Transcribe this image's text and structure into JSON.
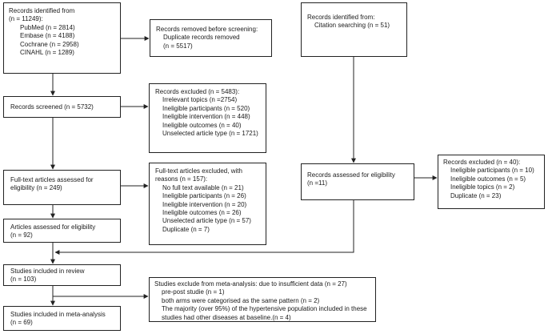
{
  "boxes": {
    "identified_db": {
      "heading": "Records identified from",
      "total": "(n = 11249):",
      "sources": [
        "PubMed (n = 2814)",
        "Embase (n = 4188)",
        "Cochrane (n = 2958)",
        "CINAHL (n = 1289)"
      ]
    },
    "removed": {
      "heading": "Records removed before screening:",
      "item": "Duplicate records removed",
      "count": "(n = 5517)"
    },
    "identified_citation": {
      "heading": "Records identified from:",
      "item": "Citation searching (n = 51)"
    },
    "screened": {
      "text": "Records screened (n = 5732)"
    },
    "excluded_screen": {
      "heading": "Records excluded (n = 5483):",
      "items": [
        "Irrelevant topics (n =2754)",
        "Ineligible participants (n = 520)",
        "Ineligible intervention (n = 448)",
        "Ineligible outcomes (n = 40)",
        "Unselected article type (n = 1721)"
      ]
    },
    "fulltext": {
      "line1": "Full-text articles assessed for",
      "line2": "eligibility (n = 249)"
    },
    "fulltext_excluded": {
      "line1": "Full-text articles excluded, with",
      "line2": "reasons (n = 157):",
      "items": [
        "No full text available (n = 21)",
        "Ineligible participants (n = 26)",
        "Ineligible intervention (n = 20)",
        "Ineligible outcomes (n = 26)",
        "Unselected article type (n = 57)",
        "Duplicate (n = 7)"
      ]
    },
    "eligible": {
      "line1": "Articles assessed for eligibility",
      "line2": "(n = 92)"
    },
    "citation_eligibility": {
      "line1": "Records assessed for eligibility",
      "line2": "(n =11)"
    },
    "citation_excluded": {
      "heading": "Records excluded (n = 40):",
      "items": [
        "Ineligible participants (n = 10)",
        "Ineligible outcomes (n = 5)",
        "Ineligible topics (n = 2)",
        "Duplicate (n = 23)"
      ]
    },
    "review": {
      "line1": "Studies included in review",
      "line2": "(n = 103)"
    },
    "meta_excluded": {
      "heading": "Studies exclude from meta-analysis: due to insufficient data (n = 27)",
      "items": [
        "pre-post studie (n = 1)",
        "both arms were categorised as the same pattern (n = 2)",
        "The majority (over 95%) of the hypertensive population included in these",
        "studies had other diseases at baseline.(n = 4)"
      ]
    },
    "meta": {
      "line1": "Studies included in meta-analysis",
      "line2": "(n = 69)"
    }
  },
  "colors": {
    "border": "#222222",
    "arrow": "#222222",
    "text": "#1a1a1a"
  }
}
